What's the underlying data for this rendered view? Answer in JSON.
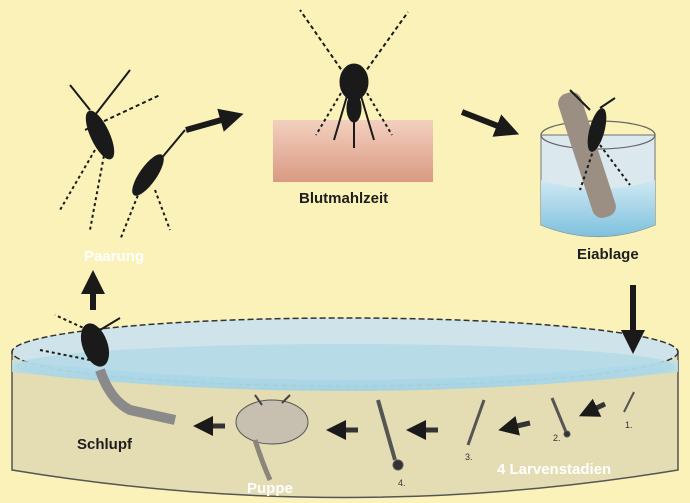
{
  "labels": {
    "paarung": "Paarung",
    "blutmahlzeit": "Blutmahlzeit",
    "eiablage": "Eiablage",
    "schlupf": "Schlupf",
    "puppe": "Puppe",
    "larvenstadien": "4 Larvenstadien"
  },
  "larva_numbers": [
    "1.",
    "2.",
    "3.",
    "4."
  ],
  "colors": {
    "background": "#fbf2b9",
    "water": "#a9d6e6",
    "skin": "#e8b6a0",
    "arrow": "#1a1a1a",
    "white_label": "#ffffff"
  }
}
